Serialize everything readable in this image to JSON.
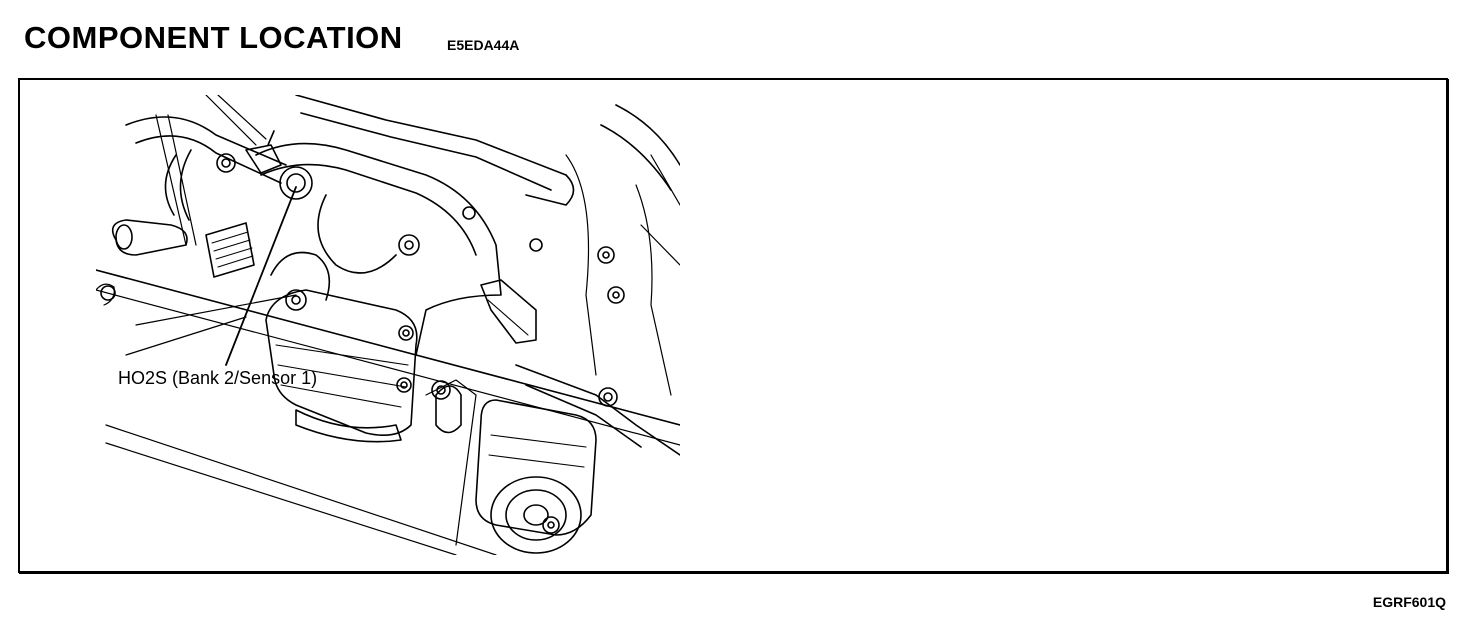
{
  "header": {
    "title": "COMPONENT LOCATION",
    "code": "E5EDA44A"
  },
  "figure": {
    "callout_label": "HO2S (Bank 2/Sensor 1)",
    "figure_code": "EGRF601Q"
  }
}
